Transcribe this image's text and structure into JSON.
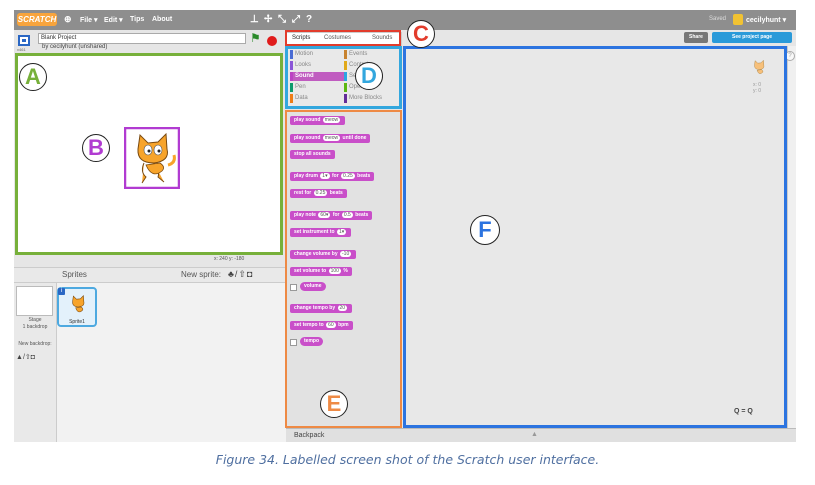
{
  "menubar": {
    "logo": "SCRATCH",
    "menus": [
      "File ▾",
      "Edit ▾",
      "Tips",
      "About"
    ],
    "saved": "Saved",
    "user": "cecilyhunt ▾"
  },
  "project": {
    "version": "v461",
    "title": "Blank Project",
    "byline": "by cecilyhunt (unshared)"
  },
  "stage": {
    "coords": "x: 240   y: -180"
  },
  "sprites": {
    "header": "Sprites",
    "new_sprite": "New sprite:",
    "stage_label": "Stage",
    "stage_backdrops": "1 backdrop",
    "new_backdrop": "New backdrop:",
    "sprite_name": "Sprite1"
  },
  "tabs": [
    "Scripts",
    "Costumes",
    "Sounds"
  ],
  "categories": [
    {
      "label": "Motion",
      "color": "#4a6cd4"
    },
    {
      "label": "Events",
      "color": "#c88330"
    },
    {
      "label": "Looks",
      "color": "#8a55d7"
    },
    {
      "label": "Control",
      "color": "#e1a91a"
    },
    {
      "label": "Sound",
      "color": "#bb42c3"
    },
    {
      "label": "Sensing",
      "color": "#2ca5e2"
    },
    {
      "label": "Pen",
      "color": "#0e9a6c"
    },
    {
      "label": "Operators",
      "color": "#5cb712"
    },
    {
      "label": "Data",
      "color": "#ee7d16"
    },
    {
      "label": "More Blocks",
      "color": "#632d99"
    }
  ],
  "blocks": {
    "b1": "play sound",
    "b1i": "meow",
    "b2": "play sound",
    "b2i": "meow",
    "b2s": "until done",
    "b3": "stop all sounds",
    "b4": "play drum",
    "b4i": "1▾",
    "b4m": "for",
    "b4j": "0.25",
    "b4s": "beats",
    "b5": "rest for",
    "b5i": "0.25",
    "b5s": "beats",
    "b6": "play note",
    "b6i": "60▾",
    "b6m": "for",
    "b6j": "0.5",
    "b6s": "beats",
    "b7": "set instrument to",
    "b7i": "1▾",
    "b8": "change volume by",
    "b8i": "-10",
    "b9": "set volume to",
    "b9i": "100",
    "b9s": "%",
    "b10": "volume",
    "b11": "change tempo by",
    "b11i": "20",
    "b12": "set tempo to",
    "b12i": "60",
    "b12s": "bpm",
    "b13": "tempo"
  },
  "buttons": {
    "share": "Share",
    "see_project": "See project page"
  },
  "scripts": {
    "xy": "x: 0\ny: 0",
    "zoom": "Q = Q"
  },
  "backpack": "Backpack",
  "annotations": [
    "A",
    "B",
    "C",
    "D",
    "E",
    "F"
  ],
  "annotation_colors": {
    "A": "#77b03a",
    "B": "#b13bd1",
    "C": "#e23c2c",
    "D": "#33a7de",
    "E": "#ee8a45",
    "F": "#2c74e0"
  },
  "caption": "Figure 34. Labelled screen shot of the Scratch user interface."
}
